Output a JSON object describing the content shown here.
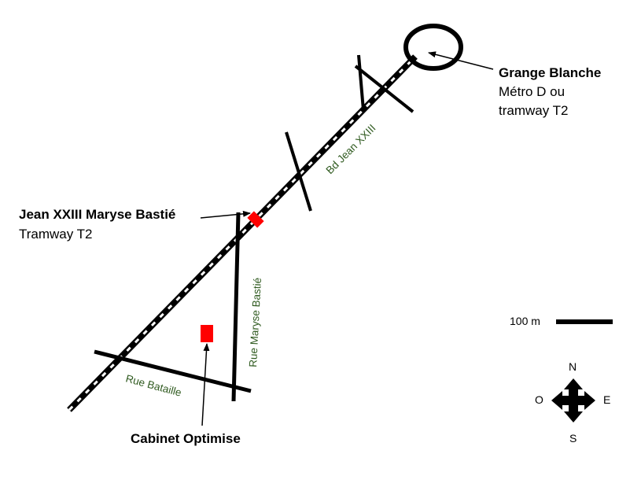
{
  "places": {
    "grange_blanche": {
      "title": "Grange Blanche",
      "line1": "Métro D ou",
      "line2": "tramway T2"
    },
    "jean_xxiii": {
      "title": "Jean XXIII Maryse Bastié",
      "line1": "Tramway T2"
    },
    "cabinet": {
      "title": "Cabinet Optimise"
    }
  },
  "streets": {
    "bd_jean_xxiii": "Bd Jean XXIII",
    "rue_maryse_bastie": "Rue Maryse Bastié",
    "rue_bataille": "Rue Bataille"
  },
  "scale": {
    "label": "100 m"
  },
  "compass": {
    "north": "N",
    "south": "S",
    "east": "E",
    "west": "O"
  },
  "colors": {
    "marker": "#ff0000",
    "street_label": "#2f5a1f",
    "road": "#000000"
  }
}
